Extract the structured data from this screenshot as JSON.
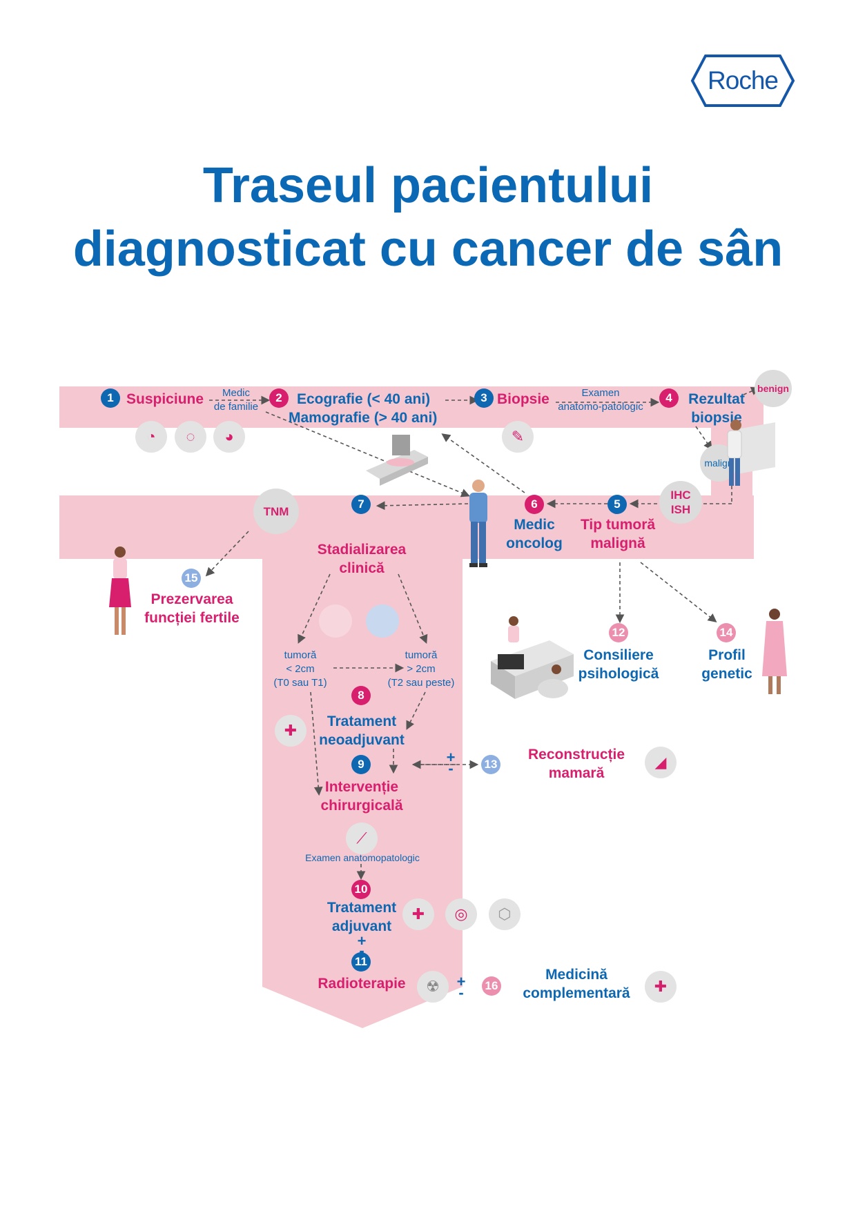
{
  "brand": {
    "logo_text": "Roche"
  },
  "title": {
    "line1": "Traseul pacientului",
    "line2": "diagnosticat cu cancer de sân"
  },
  "steps": {
    "s1": {
      "num": "1",
      "label": "Suspiciune"
    },
    "s2": {
      "num": "2",
      "line1": "Ecografie (< 40 ani)",
      "line2": "Mamografie (> 40 ani)"
    },
    "s3": {
      "num": "3",
      "label": "Biopsie"
    },
    "s4": {
      "num": "4",
      "line1": "Rezultat",
      "line2": "biopsie"
    },
    "s5": {
      "num": "5",
      "line1": "Tip tumoră",
      "line2": "malignă"
    },
    "s6": {
      "num": "6",
      "line1": "Medic",
      "line2": "oncolog"
    },
    "s7": {
      "num": "7",
      "line1": "Stadializarea",
      "line2": "clinică"
    },
    "s8": {
      "num": "8",
      "line1": "Tratament",
      "line2": "neoadjuvant"
    },
    "s9": {
      "num": "9",
      "line1": "Intervenție",
      "line2": "chirurgicală"
    },
    "s10": {
      "num": "10",
      "line1": "Tratament",
      "line2": "adjuvant"
    },
    "s11": {
      "num": "11",
      "label": "Radioterapie"
    },
    "s12": {
      "num": "12",
      "line1": "Consiliere",
      "line2": "psihologică"
    },
    "s13": {
      "num": "13",
      "line1": "Reconstrucție",
      "line2": "mamară"
    },
    "s14": {
      "num": "14",
      "line1": "Profil",
      "line2": "genetic"
    },
    "s15": {
      "num": "15",
      "line1": "Prezervarea",
      "line2": "funcției fertile"
    },
    "s16": {
      "num": "16",
      "line1": "Medicină",
      "line2": "complementară"
    }
  },
  "connectors": {
    "medic_familie_1": "Medic",
    "medic_familie_2": "de familie",
    "examen_ap_1": "Examen",
    "examen_ap_2": "anatomo-patologic",
    "benign": "benign",
    "malign": "malign",
    "ihc": "IHC",
    "ish": "ISH",
    "tnm": "TNM",
    "examen_anatomopatologic": "Examen anatomopatologic"
  },
  "tumor": {
    "small": {
      "l1": "tumoră",
      "l2": "< 2cm",
      "l3": "(T0 sau T1)"
    },
    "large": {
      "l1": "tumoră",
      "l2": "> 2cm",
      "l3": "(T2 sau peste)"
    }
  },
  "symbols": {
    "plus": "+",
    "minus": "-"
  },
  "icons": [
    "breast-exam-icon",
    "mammography-icon",
    "biopsy-syringe-icon",
    "iv-bag-icon",
    "scalpel-icon",
    "target-icon",
    "hormone-icon",
    "radiation-icon",
    "first-aid-icon",
    "breast-reconstruction-icon"
  ],
  "colors": {
    "band": "#f5c7d0",
    "blue": "#0e67b1",
    "pink": "#d81f6e"
  }
}
